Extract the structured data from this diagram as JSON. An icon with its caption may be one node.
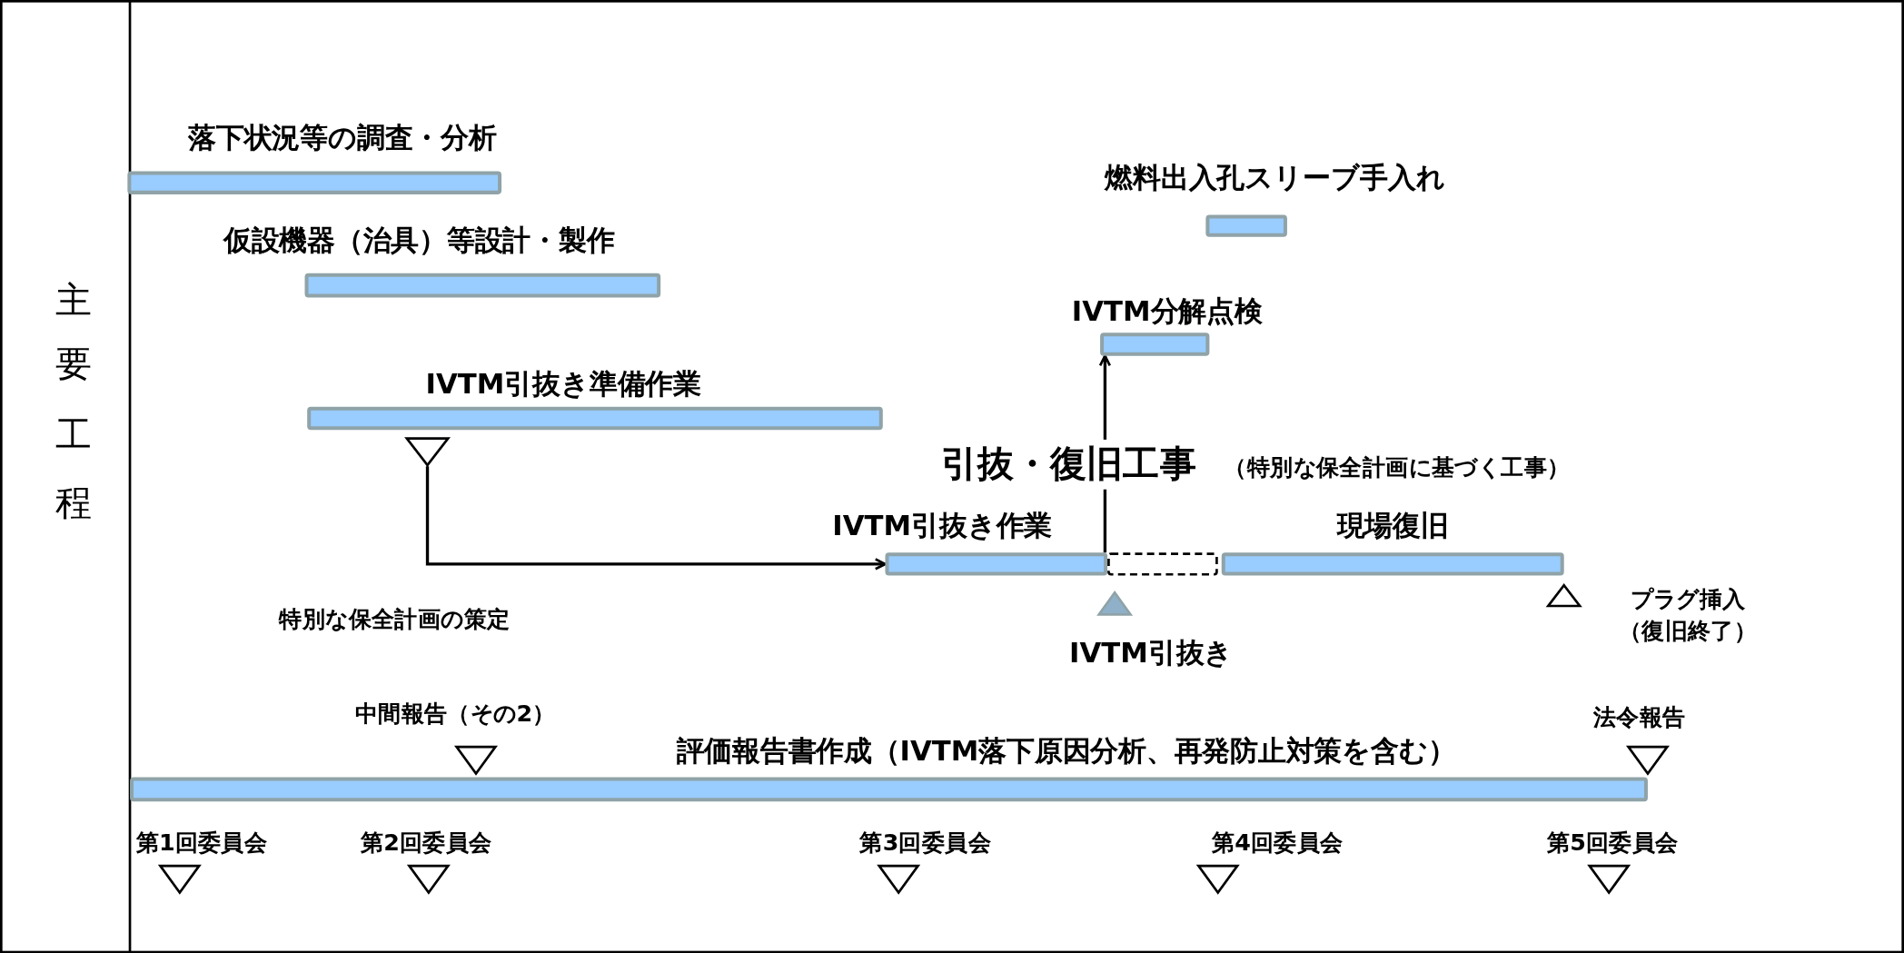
{
  "diagram": {
    "nodes": [
      {
        "text": [
          "落下状況等の調査・分析"
        ]
      },
      {
        "text": [
          "仮設機器（治具）等設計・製作"
        ]
      },
      {
        "text": [
          "IVTM引抜き準備作業"
        ]
      },
      {
        "text": [
          "燃料出入孔スリーブ手入れ"
        ]
      },
      {
        "text": [
          "IVTM分解点検"
        ]
      },
      {
        "text": [
          "IVTM引抜き作業"
        ]
      },
      {
        "text": [],
        "shape": "box"
      },
      {
        "text": [
          "現場復旧"
        ]
      },
      {
        "text": [
          "評価報告書作成（IVTM落下原因分析、再発防止対策を含む）"
        ]
      },
      {
        "text": [],
        "shape": "triangle"
      },
      {
        "text": [
          "IVTM引抜き"
        ]
      },
      {
        "text": [
          "プラグ挿入（復旧終了）"
        ]
      },
      {
        "text": [
          "中間報告（その2）"
        ]
      },
      {
        "text": [
          "法令報告"
        ]
      },
      {
        "text": [
          "第1回委員会"
        ]
      },
      {
        "text": [
          "第2回委員会"
        ]
      },
      {
        "text": [
          "第3回委員会"
        ]
      },
      {
        "text": [
          "第4回委員会"
        ]
      },
      {
        "text": [
          "第5回委員会"
        ]
      }
    ],
    "edges": [
      {
        "from": 9,
        "to": 5,
        "arrow": "to"
      },
      {
        "from": 5,
        "to": 4,
        "arrow": "to"
      }
    ],
    "labels": [
      "主要工程",
      "引抜・復旧工事",
      "（特別な保全計画に基づく工事）",
      "特別な保全計画の策定"
    ]
  }
}
